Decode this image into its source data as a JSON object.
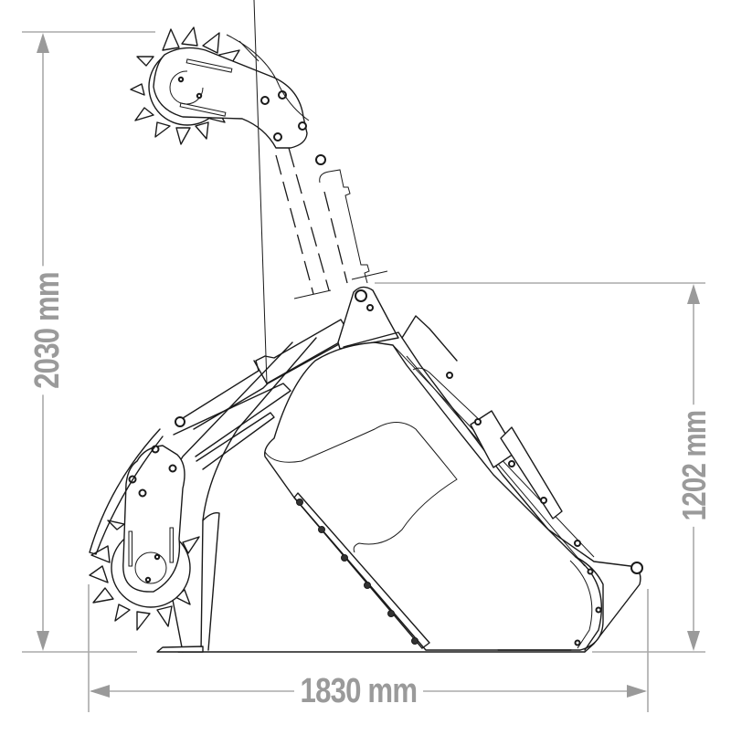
{
  "drawing": {
    "subject": "bucket-crusher-attachment-side-view",
    "line_color": "#1a1a1a",
    "dimension_color": "#9a9a9a",
    "background": "#ffffff"
  },
  "dimensions": {
    "total_height": {
      "label": "2030 mm",
      "value": 2030,
      "unit": "mm",
      "orientation": "vertical",
      "position": "left"
    },
    "pivot_height": {
      "label": "1202 mm",
      "value": 1202,
      "unit": "mm",
      "orientation": "vertical",
      "position": "right"
    },
    "width": {
      "label": "1830 mm",
      "value": 1830,
      "unit": "mm",
      "orientation": "horizontal",
      "position": "bottom"
    }
  }
}
